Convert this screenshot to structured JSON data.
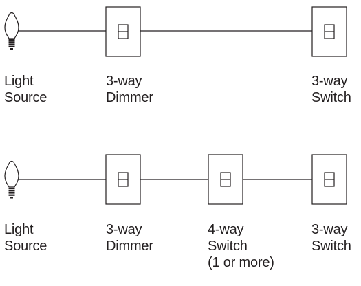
{
  "colors": {
    "stroke": "#231f20",
    "fill": "#ffffff",
    "text": "#231f20"
  },
  "icons": {
    "bulb": "light-bulb-icon",
    "switch": "wall-switch-icon"
  },
  "diagrams": [
    {
      "labels": {
        "light": "Light\nSource",
        "dimmer": "3-way\nDimmer",
        "switch_end": "3-way\nSwitch"
      }
    },
    {
      "labels": {
        "light": "Light\nSource",
        "dimmer": "3-way\nDimmer",
        "four_way": "4-way\nSwitch\n(1 or more)",
        "switch_end": "3-way\nSwitch"
      }
    }
  ]
}
